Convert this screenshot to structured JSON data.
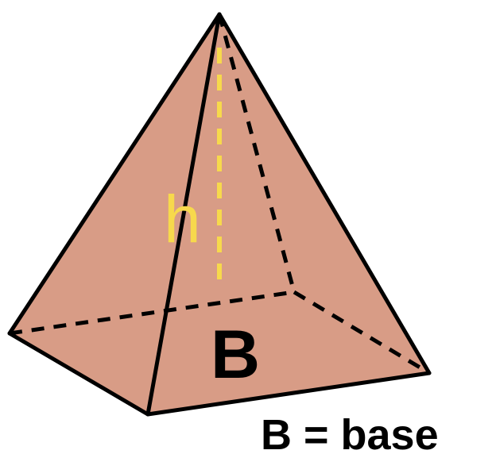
{
  "diagram": {
    "labels": {
      "height": "h",
      "base": "B",
      "legend": "B = base"
    },
    "colors": {
      "face_fill": "#D89C86",
      "height_line": "#F7D94C",
      "height_label": "#F7D94C",
      "edge": "#000000"
    }
  }
}
